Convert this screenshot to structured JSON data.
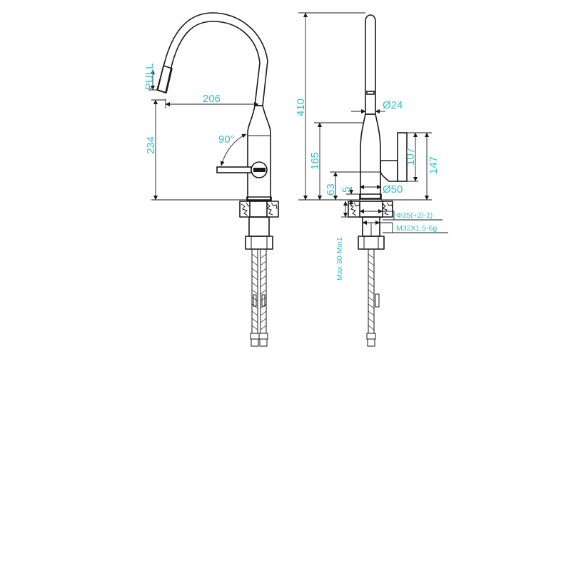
{
  "labels": {
    "pull": "PULL",
    "reach": "206",
    "spout_height": "234",
    "lever_angle": "90°",
    "total_height": "410",
    "spout_diameter": "Ø24",
    "body_height": "165",
    "lever_top": "107",
    "lever_overall": "147",
    "base_height": "63",
    "collar_height": "5",
    "base_diameter": "Ø50",
    "hole_diameter": "Φ35(+2/-1)",
    "thread": "M32X1.5-6g",
    "max_deck": "Max 30-Min1"
  },
  "colors": {
    "dimension_text": "#2fc1d3",
    "line": "#1a1a1a"
  }
}
